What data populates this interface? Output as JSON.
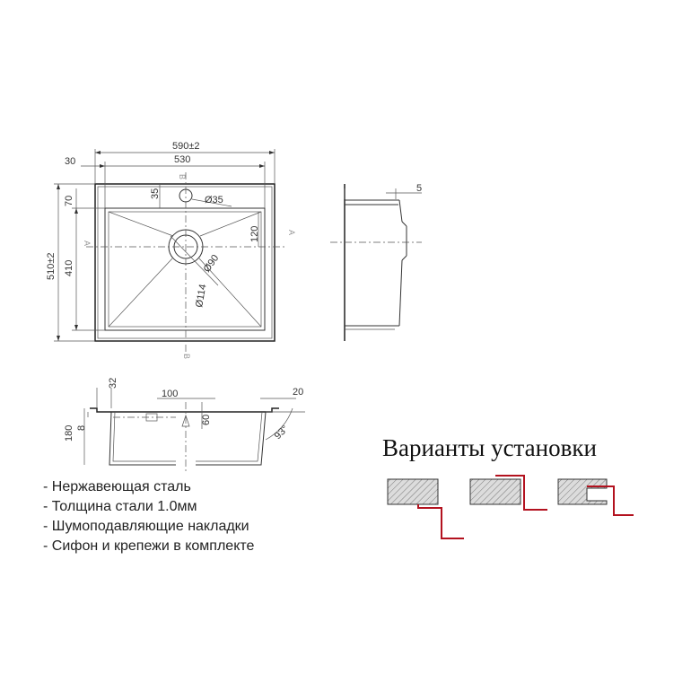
{
  "dimensions": {
    "overall_width": "590±2",
    "bowl_width": "530",
    "flange_left": "30",
    "overall_depth": "510±2",
    "bowl_depth": "410",
    "flange_back": "70",
    "drain_offset": "35",
    "tap_hole": "Ø35",
    "drain_inner": "Ø90",
    "drain_outer": "Ø114",
    "right_offset": "120",
    "side_rim": "5",
    "front_32": "32",
    "front_100": "100",
    "front_20": "20",
    "front_60": "60",
    "front_180": "180",
    "front_8": "8",
    "angle": "93°"
  },
  "section_markers": {
    "a": "A",
    "b": "B"
  },
  "features": [
    "Нержавеющая сталь",
    "Толщина стали 1.0мм",
    "Шумоподавляющие накладки",
    "Сифон и крепежи в комплекте"
  ],
  "installation": {
    "title": "Варианты установки"
  },
  "colors": {
    "accent": "#b3121f",
    "line": "#333333"
  }
}
